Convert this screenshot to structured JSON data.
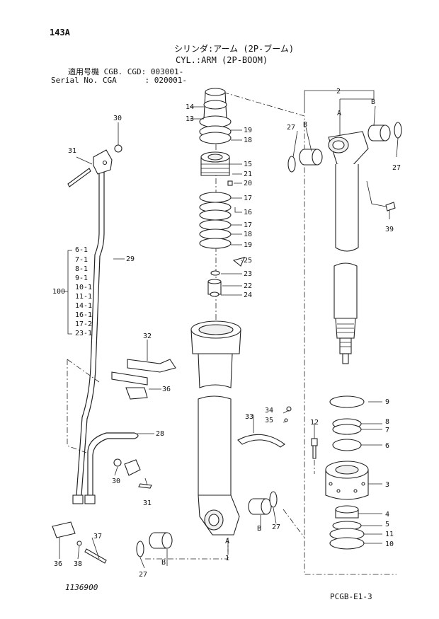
{
  "page": {
    "page_code": "143A",
    "title_jp": "シリンダ:アーム (2P-ブーム)",
    "title_en": "CYL.:ARM (2P-BOOM)",
    "applicability_line1": "適用号機 CGB. CGD: 003001-",
    "applicability_line2": "Serial No. CGA      : 020001-",
    "drawing_number": "1136900",
    "page_reference": "PCGB-E1-3"
  },
  "callouts": {
    "c1": "1",
    "c2": "2",
    "c3": "3",
    "c4": "4",
    "c5": "5",
    "c6": "6",
    "c7": "7",
    "c8": "8",
    "c9": "9",
    "c10": "10",
    "c11": "11",
    "c12": "12",
    "c13": "13",
    "c14": "14",
    "c15": "15",
    "c16": "16",
    "c17a": "17",
    "c17b": "17",
    "c18a": "18",
    "c18b": "18",
    "c19a": "19",
    "c19b": "19",
    "c20": "20",
    "c21": "21",
    "c22": "22",
    "c23": "23",
    "c24": "24",
    "c25": "25",
    "c27a": "27",
    "c27b": "27",
    "c27c": "27",
    "c27d": "27",
    "c28": "28",
    "c29": "29",
    "c30a": "30",
    "c30b": "30",
    "c31a": "31",
    "c31b": "31",
    "c32": "32",
    "c33": "33",
    "c34": "34",
    "c35": "35",
    "c36a": "36",
    "c36b": "36",
    "c37": "37",
    "c38": "38",
    "c39": "39",
    "A1": "A",
    "A2": "A",
    "B1": "B",
    "B2": "B",
    "B3": "B",
    "B4": "B"
  },
  "kit": {
    "number": "100",
    "items": [
      "6-1",
      "7-1",
      "8-1",
      "9-1",
      "10-1",
      "11-1",
      "14-1",
      "16-1",
      "17-2",
      "23-1"
    ]
  }
}
